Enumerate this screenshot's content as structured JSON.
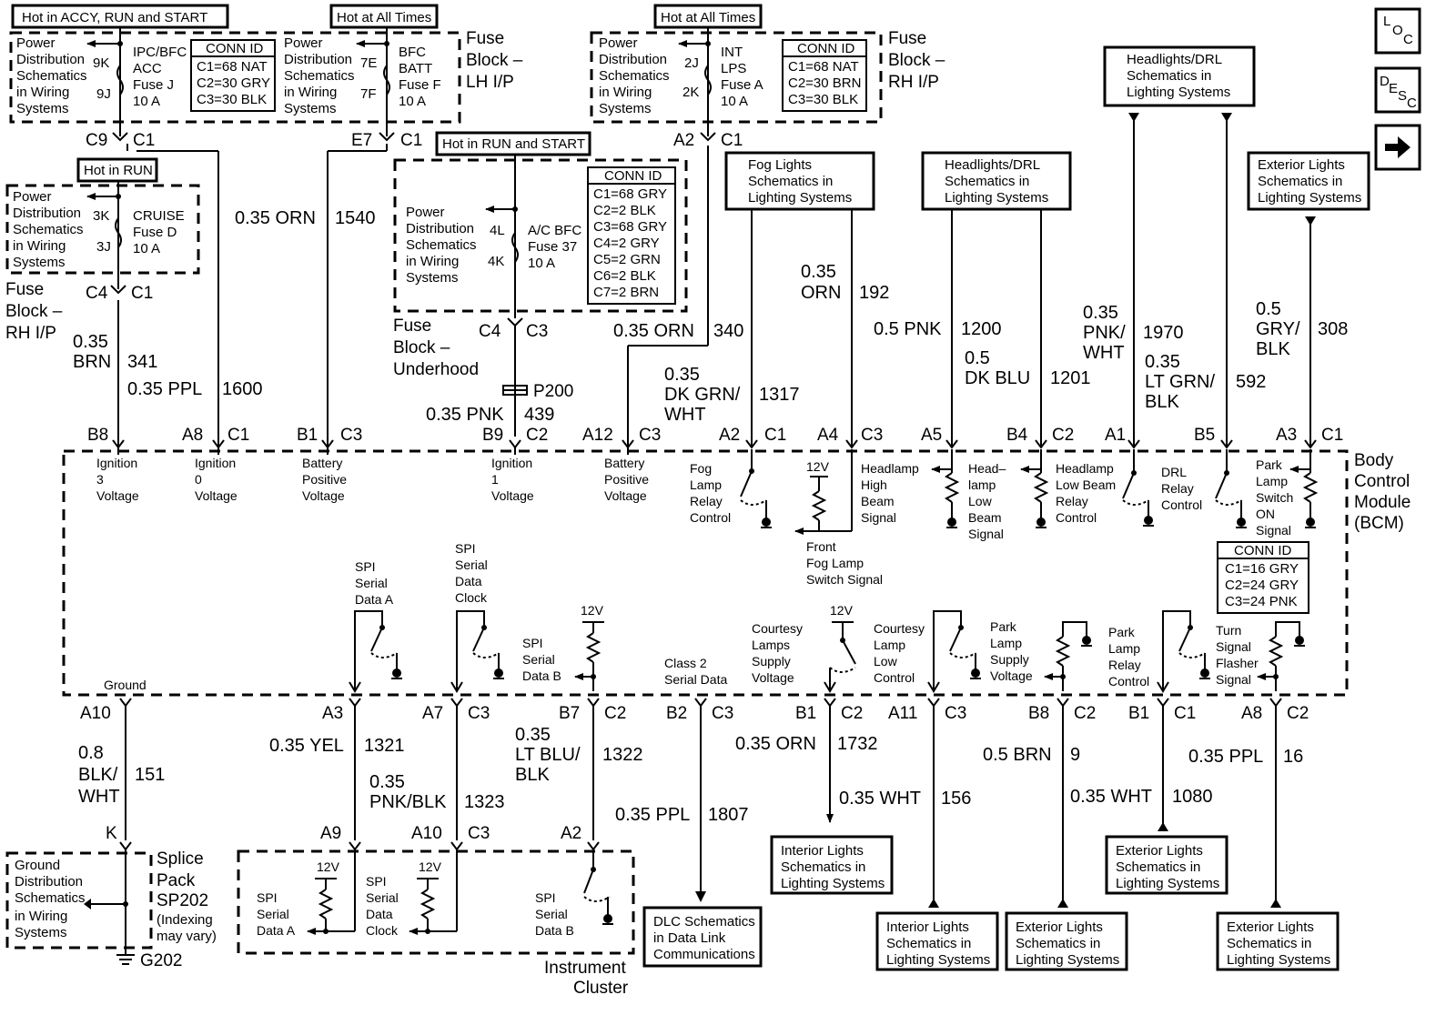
{
  "side_buttons": {
    "loc": "LOC",
    "desc": "DESC",
    "next_arrow": "arrow-right-icon"
  },
  "fuse_lh": {
    "hot_label": "Hot in ACCY, RUN and START",
    "hot_label2": "Hot at All Times",
    "title": [
      "Fuse",
      "Block –",
      "LH I/P"
    ],
    "pd_lines": [
      "Power",
      "Distribution",
      "Schematics",
      "in Wiring",
      "Systems"
    ],
    "fuse1": {
      "pins": [
        "9K",
        "9J"
      ],
      "lines": [
        "IPC/BFC",
        "ACC",
        "Fuse J",
        "10 A"
      ]
    },
    "fuse2": {
      "pins": [
        "7E",
        "7F"
      ],
      "lines": [
        "BFC",
        "BATT",
        "Fuse F",
        "10 A"
      ]
    },
    "conn": [
      "CONN ID",
      "C1=68 NAT",
      "C2=30 GRY",
      "C3=30 BLK"
    ],
    "connectors": [
      "C9",
      "C1",
      "E7",
      "C1"
    ]
  },
  "fuse_rh": {
    "hot_label": "Hot at All Times",
    "title": [
      "Fuse",
      "Block –",
      "RH I/P"
    ],
    "pins": [
      "2J",
      "2K"
    ],
    "lines": [
      "INT",
      "LPS",
      "Fuse A",
      "10 A"
    ],
    "conn": [
      "CONN ID",
      "C1=68 NAT",
      "C2=30 BRN",
      "C3=30 BLK"
    ],
    "connectors": [
      "A2",
      "C1"
    ]
  },
  "fuse_cruise": {
    "hot_label": "Hot in RUN",
    "pins": [
      "3K",
      "3J"
    ],
    "lines": [
      "CRUISE",
      "Fuse D",
      "10 A"
    ],
    "title": [
      "Fuse",
      "Block –",
      "RH I/P"
    ],
    "connectors": [
      "C4",
      "C1"
    ]
  },
  "fuse_underhood": {
    "hot_label": "Hot in RUN and START",
    "pins": [
      "4L",
      "4K"
    ],
    "lines": [
      "A/C BFC",
      "Fuse 37",
      "10 A"
    ],
    "conn": [
      "CONN ID",
      "C1=68 GRY",
      "C2=2 BLK",
      "C3=68 GRY",
      "C4=2 GRY",
      "C5=2 GRN",
      "C6=2 BLK",
      "C7=2 BRN"
    ],
    "title": [
      "Fuse",
      "Block –",
      "Underhood"
    ],
    "connectors": [
      "C4",
      "C3"
    ],
    "splice": "P200"
  },
  "top_wires": {
    "w341": [
      "0.35",
      "BRN",
      "341"
    ],
    "w1600": [
      "0.35 PPL",
      "1600"
    ],
    "w1540": [
      "0.35 ORN",
      "1540"
    ],
    "w439": [
      "0.35 PNK",
      "439"
    ],
    "w340": [
      "0.35 ORN",
      "340"
    ],
    "w1317": [
      "0.35",
      "DK GRN/",
      "WHT",
      "1317"
    ],
    "w192": [
      "0.35",
      "ORN",
      "192"
    ],
    "w1200": [
      "0.5 PNK",
      "1200"
    ],
    "w1201": [
      "0.5",
      "DK BLU",
      "1201"
    ],
    "w1970": [
      "0.35",
      "PNK/",
      "WHT",
      "1970"
    ],
    "w592": [
      "0.35",
      "LT GRN/",
      "BLK",
      "592"
    ],
    "w308": [
      "0.5",
      "GRY/",
      "BLK",
      "308"
    ]
  },
  "ref_boxes": {
    "fog": [
      "Fog Lights",
      "Schematics in",
      "Lighting Systems"
    ],
    "hd1": [
      "Headlights/DRL",
      "Schematics in",
      "Lighting Systems"
    ],
    "hd2": [
      "Headlights/DRL",
      "Schematics in",
      "Lighting Systems"
    ],
    "ext_top": [
      "Exterior Lights",
      "Schematics in",
      "Lighting Systems"
    ],
    "int1": [
      "Interior Lights",
      "Schematics in",
      "Lighting Systems"
    ],
    "int2": [
      "Interior Lights",
      "Schematics in",
      "Lighting Systems"
    ],
    "ext1": [
      "Exterior Lights",
      "Schematics in",
      "Lighting Systems"
    ],
    "ext2": [
      "Exterior Lights",
      "Schematics in",
      "Lighting Systems"
    ],
    "ext3": [
      "Exterior Lights",
      "Schematics in",
      "Lighting Systems"
    ],
    "dlc": [
      "DLC Schematics",
      "in Data Link",
      "Communications"
    ]
  },
  "bcm": {
    "title": [
      "Body",
      "Control",
      "Module",
      "(BCM)"
    ],
    "conn": [
      "CONN ID",
      "C1=16 GRY",
      "C2=24 GRY",
      "C3=24 PNK"
    ],
    "top_pins": [
      [
        "B8",
        ""
      ],
      [
        "A8",
        "C1"
      ],
      [
        "B1",
        "C3"
      ],
      [
        "B9",
        "C2"
      ],
      [
        "A12",
        "C3"
      ],
      [
        "A2",
        "C1"
      ],
      [
        "A4",
        "C3"
      ],
      [
        "A5",
        ""
      ],
      [
        "B4",
        "C2"
      ],
      [
        "A1",
        ""
      ],
      [
        "B5",
        ""
      ],
      [
        "A3",
        "C1"
      ]
    ],
    "ign3": [
      "Ignition",
      "3",
      "Voltage"
    ],
    "ign0": [
      "Ignition",
      "0",
      "Voltage"
    ],
    "batt1": [
      "Battery",
      "Positive",
      "Voltage"
    ],
    "ign1": [
      "Ignition",
      "1",
      "Voltage"
    ],
    "batt2": [
      "Battery",
      "Positive",
      "Voltage"
    ],
    "fog_relay": [
      "Fog",
      "Lamp",
      "Relay",
      "Control"
    ],
    "v12": "12V",
    "hb": [
      "Headlamp",
      "High",
      "Beam",
      "Signal"
    ],
    "front_fog": [
      "Front",
      "Fog Lamp",
      "Switch Signal"
    ],
    "lb": [
      "Head–",
      "lamp",
      "Low",
      "Beam",
      "Signal"
    ],
    "lb_relay": [
      "Headlamp",
      "Low Beam",
      "Relay",
      "Control"
    ],
    "drl": [
      "DRL",
      "Relay",
      "Control"
    ],
    "park_sw": [
      "Park",
      "Lamp",
      "Switch",
      "ON",
      "Signal"
    ],
    "spi_a": [
      "SPI",
      "Serial",
      "Data A"
    ],
    "spi_clk": [
      "SPI",
      "Serial",
      "Data",
      "Clock"
    ],
    "spi_b": [
      "SPI",
      "Serial",
      "Data B"
    ],
    "class2": [
      "Class 2",
      "Serial Data"
    ],
    "courtesy_supply": [
      "Courtesy",
      "Lamps",
      "Supply",
      "Voltage"
    ],
    "courtesy_low": [
      "Courtesy",
      "Lamp",
      "Low",
      "Control"
    ],
    "park_supply": [
      "Park",
      "Lamp",
      "Supply",
      "Voltage"
    ],
    "park_relay": [
      "Park",
      "Lamp",
      "Relay",
      "Control"
    ],
    "turn": [
      "Turn",
      "Signal",
      "Flasher",
      "Signal"
    ],
    "ground": "Ground",
    "bottom_pins": [
      [
        "A10",
        ""
      ],
      [
        "A3",
        ""
      ],
      [
        "A7",
        "C3"
      ],
      [
        "B7",
        "C2"
      ],
      [
        "B2",
        "C3"
      ],
      [
        "B1",
        "C2"
      ],
      [
        "A11",
        "C3"
      ],
      [
        "B8",
        "C2"
      ],
      [
        "B1",
        "C1"
      ],
      [
        "A8",
        "C2"
      ]
    ]
  },
  "bottom_wires": {
    "w151": [
      "0.8",
      "BLK/",
      "WHT",
      "151"
    ],
    "w1321": [
      "0.35 YEL",
      "1321"
    ],
    "w1323": [
      "0.35",
      "PNK/BLK",
      "1323"
    ],
    "w1322": [
      "0.35",
      "LT BLU/",
      "BLK",
      "1322"
    ],
    "w1807": [
      "0.35 PPL",
      "1807"
    ],
    "w1732": [
      "0.35 ORN",
      "1732"
    ],
    "w156": [
      "0.35 WHT",
      "156"
    ],
    "w9": [
      "0.5 BRN",
      "9"
    ],
    "w1080": [
      "0.35 WHT",
      "1080"
    ],
    "w16": [
      "0.35 PPL",
      "16"
    ]
  },
  "splice": {
    "pin": "K",
    "title": [
      "Splice",
      "Pack",
      "SP202"
    ],
    "note": [
      "(Indexing",
      "may vary)"
    ],
    "gd_lines": [
      "Ground",
      "Distribution",
      "Schematics",
      "in Wiring",
      "Systems"
    ],
    "ground": "G202"
  },
  "cluster": {
    "title": [
      "Instrument",
      "Cluster"
    ],
    "pins": [
      [
        "A9",
        ""
      ],
      [
        "A10",
        "C3"
      ],
      [
        "A2",
        ""
      ]
    ],
    "spi_a": [
      "SPI",
      "Serial",
      "Data A"
    ],
    "spi_clk": [
      "SPI",
      "Serial",
      "Data",
      "Clock"
    ],
    "spi_b": [
      "SPI",
      "Serial",
      "Data B"
    ],
    "v12": "12V"
  }
}
